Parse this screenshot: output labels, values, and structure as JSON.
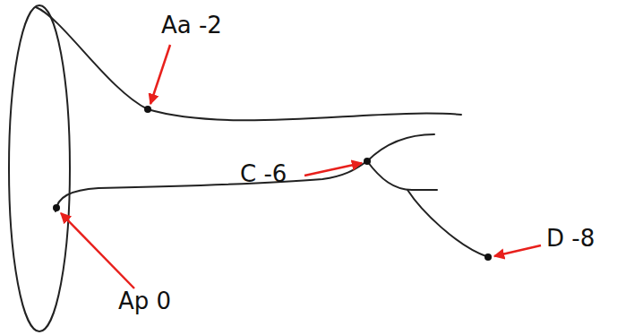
{
  "diagram": {
    "labels": [
      "Aa -2",
      "C -6",
      "D -8",
      "Ap 0"
    ]
  }
}
